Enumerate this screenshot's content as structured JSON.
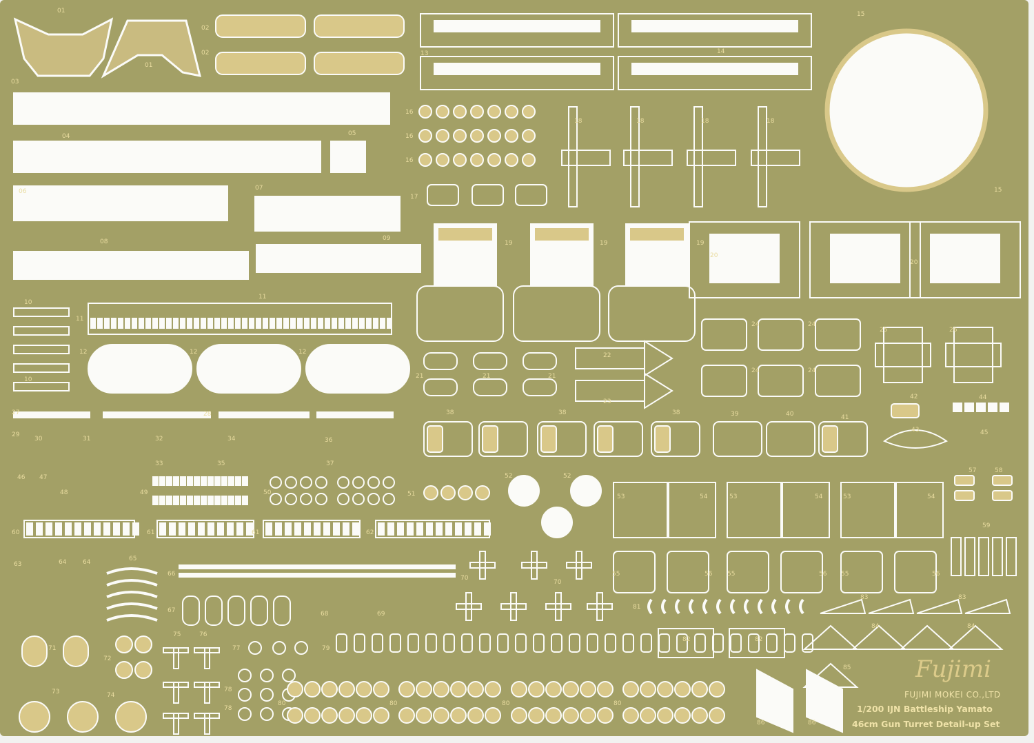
{
  "colors": {
    "fret": "#a3a066",
    "brass": "#d9c889",
    "cutout": "#fbfbf8",
    "label": "#e9dca0",
    "background": "#f2f2f0"
  },
  "brand": {
    "logo": "Fujimi",
    "company": "FUJIMI MOKEI CO.,LTD",
    "product_line1": "1/200 IJN Battleship Yamato",
    "product_line2": "46cm Gun Turret Detail-up Set"
  },
  "part_labels": [
    "01",
    "01",
    "02",
    "02",
    "03",
    "04",
    "05",
    "06",
    "07",
    "08",
    "09",
    "10",
    "10",
    "11",
    "11",
    "12",
    "12",
    "12",
    "13",
    "14",
    "15",
    "15",
    "16",
    "16",
    "16",
    "17",
    "18",
    "18",
    "18",
    "18",
    "19",
    "19",
    "19",
    "20",
    "20",
    "21",
    "21",
    "21",
    "22",
    "23",
    "24",
    "24",
    "24",
    "24",
    "25",
    "26",
    "27",
    "28",
    "29",
    "30",
    "31",
    "32",
    "33",
    "34",
    "35",
    "36",
    "37",
    "38",
    "38",
    "38",
    "39",
    "40",
    "41",
    "42",
    "43",
    "44",
    "45",
    "46",
    "47",
    "48",
    "49",
    "50",
    "51",
    "52",
    "52",
    "53",
    "54",
    "53",
    "54",
    "53",
    "54",
    "55",
    "56",
    "55",
    "56",
    "55",
    "56",
    "57",
    "58",
    "59",
    "60",
    "61",
    "61",
    "62",
    "63",
    "64",
    "64",
    "65",
    "66",
    "67",
    "68",
    "69",
    "70",
    "70",
    "71",
    "72",
    "73",
    "74",
    "75",
    "76",
    "77",
    "78",
    "78",
    "79",
    "80",
    "80",
    "80",
    "80",
    "81",
    "82",
    "82",
    "83",
    "83",
    "84",
    "84",
    "85",
    "86",
    "86"
  ]
}
